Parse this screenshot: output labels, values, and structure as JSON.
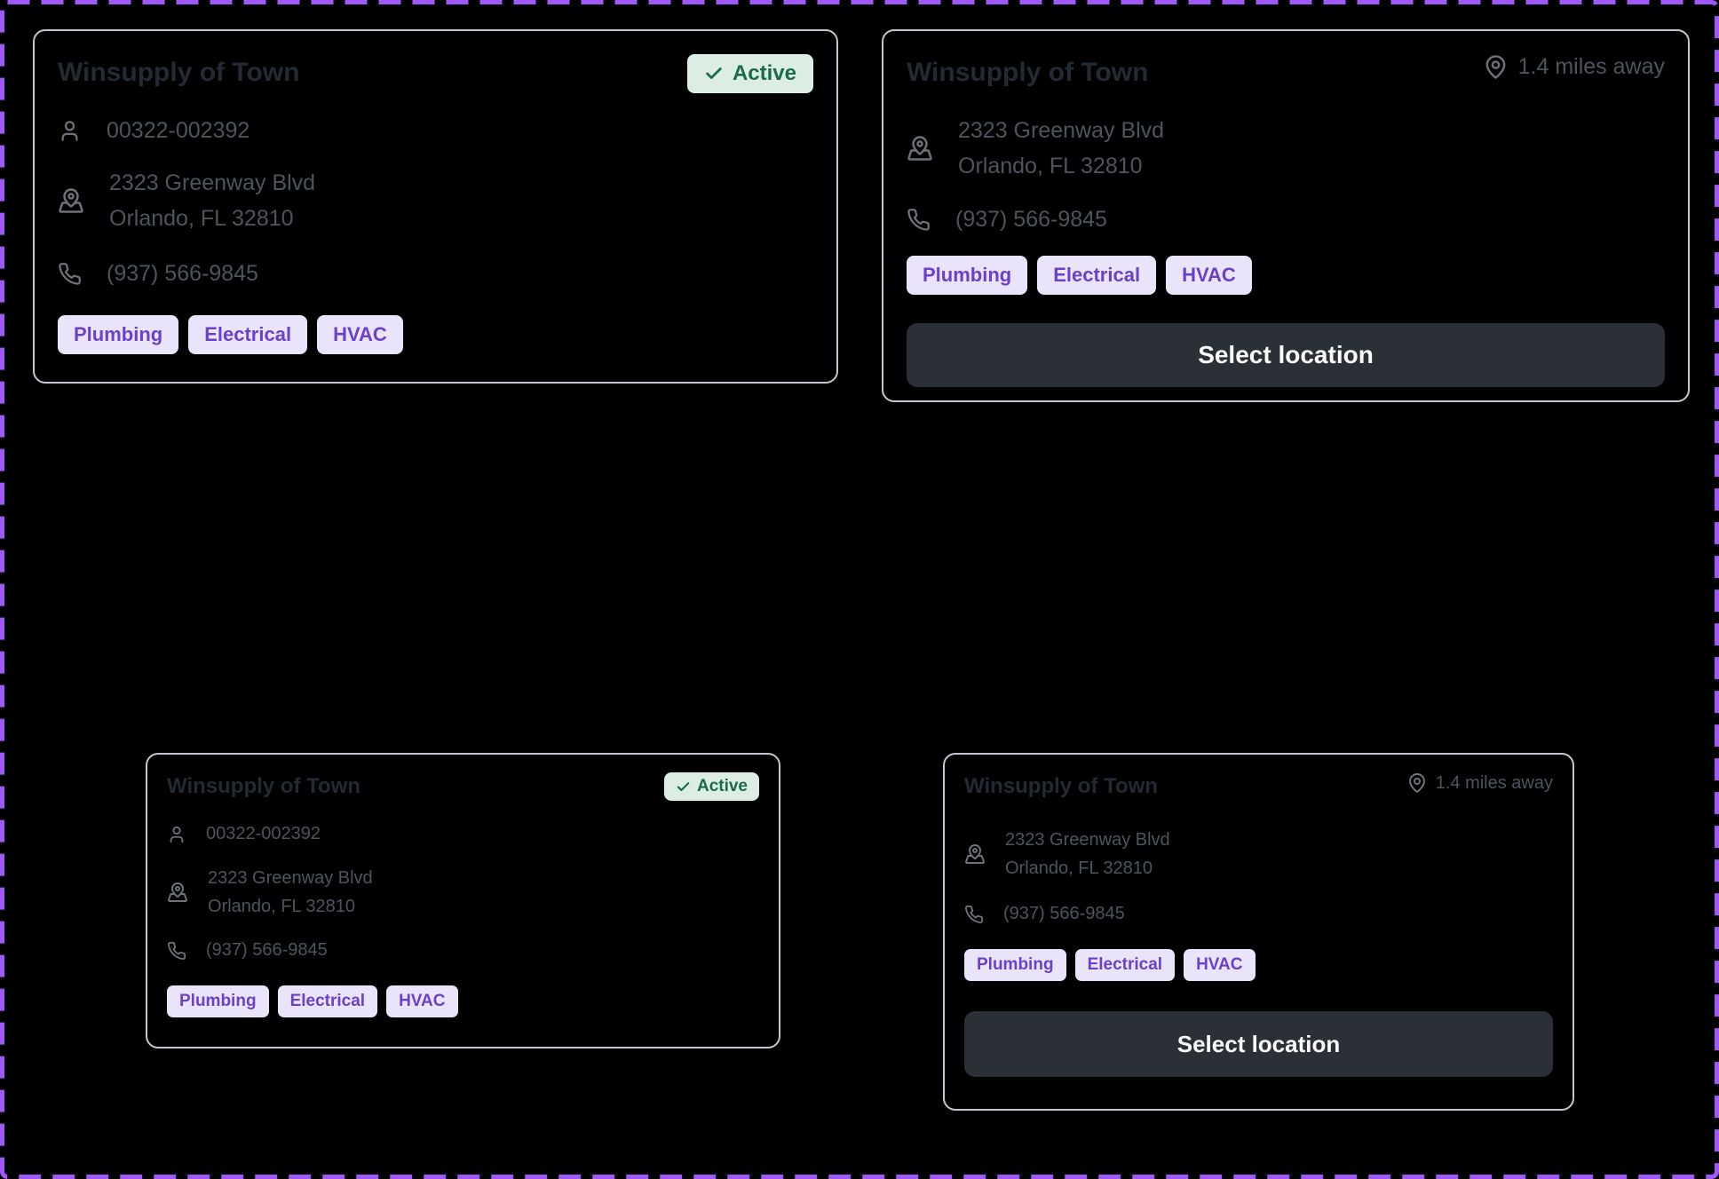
{
  "colors": {
    "page_background": "#000000",
    "page_border": "#a158f8",
    "card_border": "#c3c8cf",
    "title_text": "#232a33",
    "body_text": "#4e545e",
    "icon_gray": "#6e737b",
    "status_bg": "#dceee4",
    "status_text": "#1c6a4a",
    "tag_bg": "#e9e4fa",
    "tag_text": "#6b41c9",
    "button_bg": "#2b2f36",
    "button_text": "#fafafa"
  },
  "cards": [
    {
      "title": "Winsupply of Town",
      "status_label": "Active",
      "customer_id": "00322-002392",
      "address_line1": "2323 Greenway Blvd",
      "address_line2": "Orlando, FL 32810",
      "phone": "(937) 566-9845",
      "tags": [
        "Plumbing",
        "Electrical",
        "HVAC"
      ]
    },
    {
      "title": "Winsupply of Town",
      "distance": "1.4 miles away",
      "address_line1": "2323 Greenway Blvd",
      "address_line2": "Orlando, FL 32810",
      "phone": "(937) 566-9845",
      "tags": [
        "Plumbing",
        "Electrical",
        "HVAC"
      ],
      "button_label": "Select location"
    },
    {
      "title": "Winsupply of Town",
      "status_label": "Active",
      "customer_id": "00322-002392",
      "address_line1": "2323 Greenway Blvd",
      "address_line2": "Orlando, FL 32810",
      "phone": "(937) 566-9845",
      "tags": [
        "Plumbing",
        "Electrical",
        "HVAC"
      ]
    },
    {
      "title": "Winsupply of Town",
      "distance": "1.4 miles away",
      "address_line1": "2323 Greenway Blvd",
      "address_line2": "Orlando, FL 32810",
      "phone": "(937) 566-9845",
      "tags": [
        "Plumbing",
        "Electrical",
        "HVAC"
      ],
      "button_label": "Select location"
    }
  ]
}
